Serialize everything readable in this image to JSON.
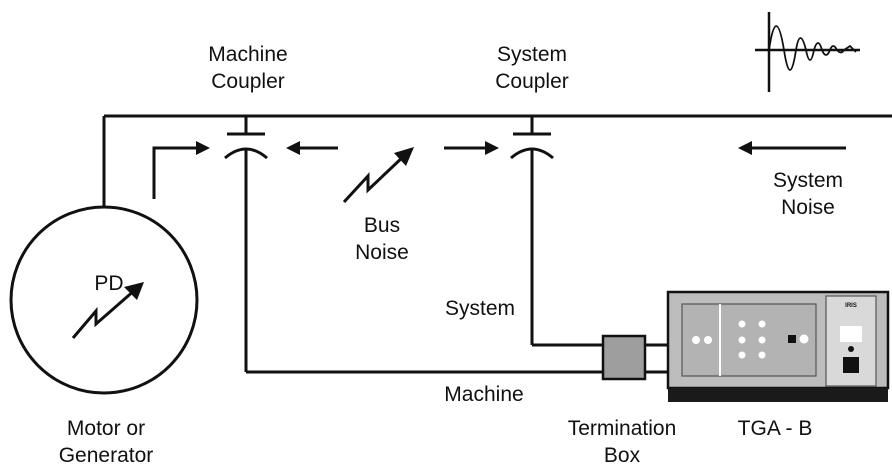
{
  "labels": {
    "machine_coupler": [
      "Machine",
      "Coupler"
    ],
    "system_coupler": [
      "System",
      "Coupler"
    ],
    "system_noise": [
      "System",
      "Noise"
    ],
    "bus_noise": [
      "Bus",
      "Noise"
    ],
    "pd": "PD",
    "system": "System",
    "machine": "Machine",
    "motor_or_generator": [
      "Motor or",
      "Generator"
    ],
    "termination_box": [
      "Termination",
      "Box"
    ],
    "tga_b": "TGA - B",
    "device_brand": "IRIS"
  },
  "colors": {
    "line": "#111111",
    "device_body": "#bdbdbd",
    "device_panel": "#a9a9a9",
    "device_base": "#1a1a1a",
    "termination_box": "#9e9e9e"
  },
  "icons": {
    "waveform": "pd-pulse-waveform-icon",
    "noise_arrow": "lightning-arrow-icon",
    "flow_arrow": "arrow-left-right-icon"
  }
}
